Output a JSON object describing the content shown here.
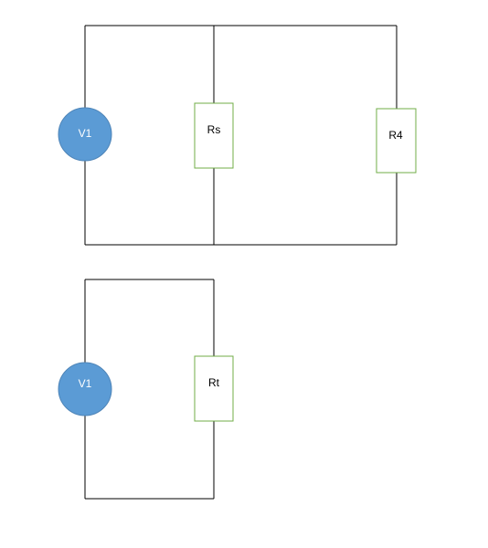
{
  "colors": {
    "wire": "#000000",
    "source_fill": "#5b9bd5",
    "source_stroke": "#4f85b8",
    "resistor_stroke": "#70ad47",
    "label_text": "#ffffff",
    "resistor_text": "#000000"
  },
  "circuit1": {
    "source": {
      "label": "V1"
    },
    "resistors": [
      {
        "label": "Rs"
      },
      {
        "label": "R4"
      }
    ]
  },
  "circuit2": {
    "source": {
      "label": "V1"
    },
    "resistors": [
      {
        "label": "Rt"
      }
    ]
  }
}
